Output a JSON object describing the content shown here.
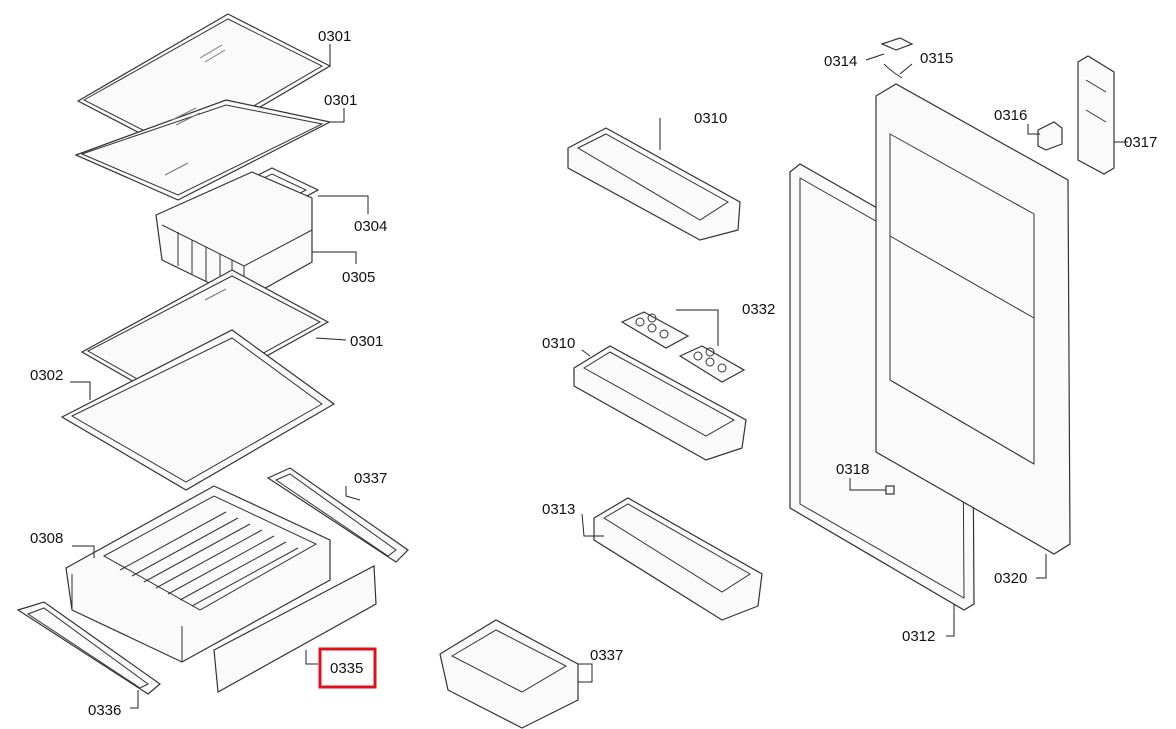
{
  "diagram": {
    "labels": {
      "l0301a": "0301",
      "l0301b": "0301",
      "l0304": "0304",
      "l0305": "0305",
      "l0301c": "0301",
      "l0302": "0302",
      "l0337a": "0337",
      "l0308": "0308",
      "l0335": "0335",
      "l0336": "0336",
      "l0310a": "0310",
      "l0332": "0332",
      "l0310b": "0310",
      "l0313": "0313",
      "l0337b": "0337",
      "l0314": "0314",
      "l0315": "0315",
      "l0316": "0316",
      "l0317": "0317",
      "l0318": "0318",
      "l0320": "0320",
      "l0312": "0312"
    },
    "highlight_color": "#e0101a"
  }
}
